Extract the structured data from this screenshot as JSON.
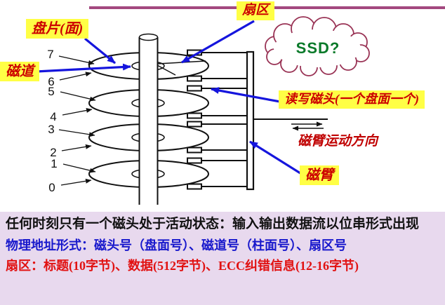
{
  "slide": {
    "divider_color": "#a3487f",
    "note_bg": "#e8d9ee"
  },
  "diagram": {
    "surface_numbers": [
      "7",
      "6",
      "5",
      "4",
      "3",
      "2",
      "1",
      "0"
    ],
    "labels": {
      "platter": "盘片(面)",
      "track": "磁道",
      "sector": "扇区",
      "rw_head": "读写磁头(一个盘面一个)",
      "arm_direction": "磁臂运动方向",
      "arm": "磁臂"
    },
    "callout": {
      "ssd": "SSD?"
    },
    "colors": {
      "label_bg": "#ffff45",
      "label_text": "#cc0000",
      "arrow_blue": "#1515dd",
      "cloud_outline": "#993355",
      "ssd_text": "#0a7a2a"
    }
  },
  "notes": {
    "line1": "任何时刻只有一个磁头处于活动状态：输入输出数据流以位串形式出现",
    "line2": "物理地址形式：磁头号（盘面号）、磁道号（柱面号）、扇区号",
    "line3": "扇区：标题(10字节)、数据(512字节)、ECC纠错信息(12-16字节)"
  }
}
